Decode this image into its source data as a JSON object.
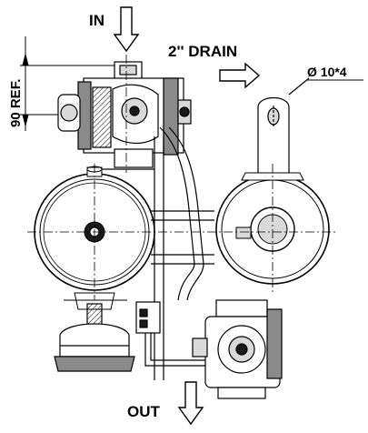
{
  "labels": {
    "inlet": "IN",
    "drain": "2'' DRAIN",
    "hole_spec": "Ø 10*4",
    "ref_dim": "90 REF.",
    "outlet": "OUT"
  },
  "colors": {
    "line": "#000000",
    "fill_dark": "#1a1a1a",
    "fill_gray": "#8a8a8a",
    "fill_light": "#d9d9d9",
    "background": "#ffffff"
  }
}
